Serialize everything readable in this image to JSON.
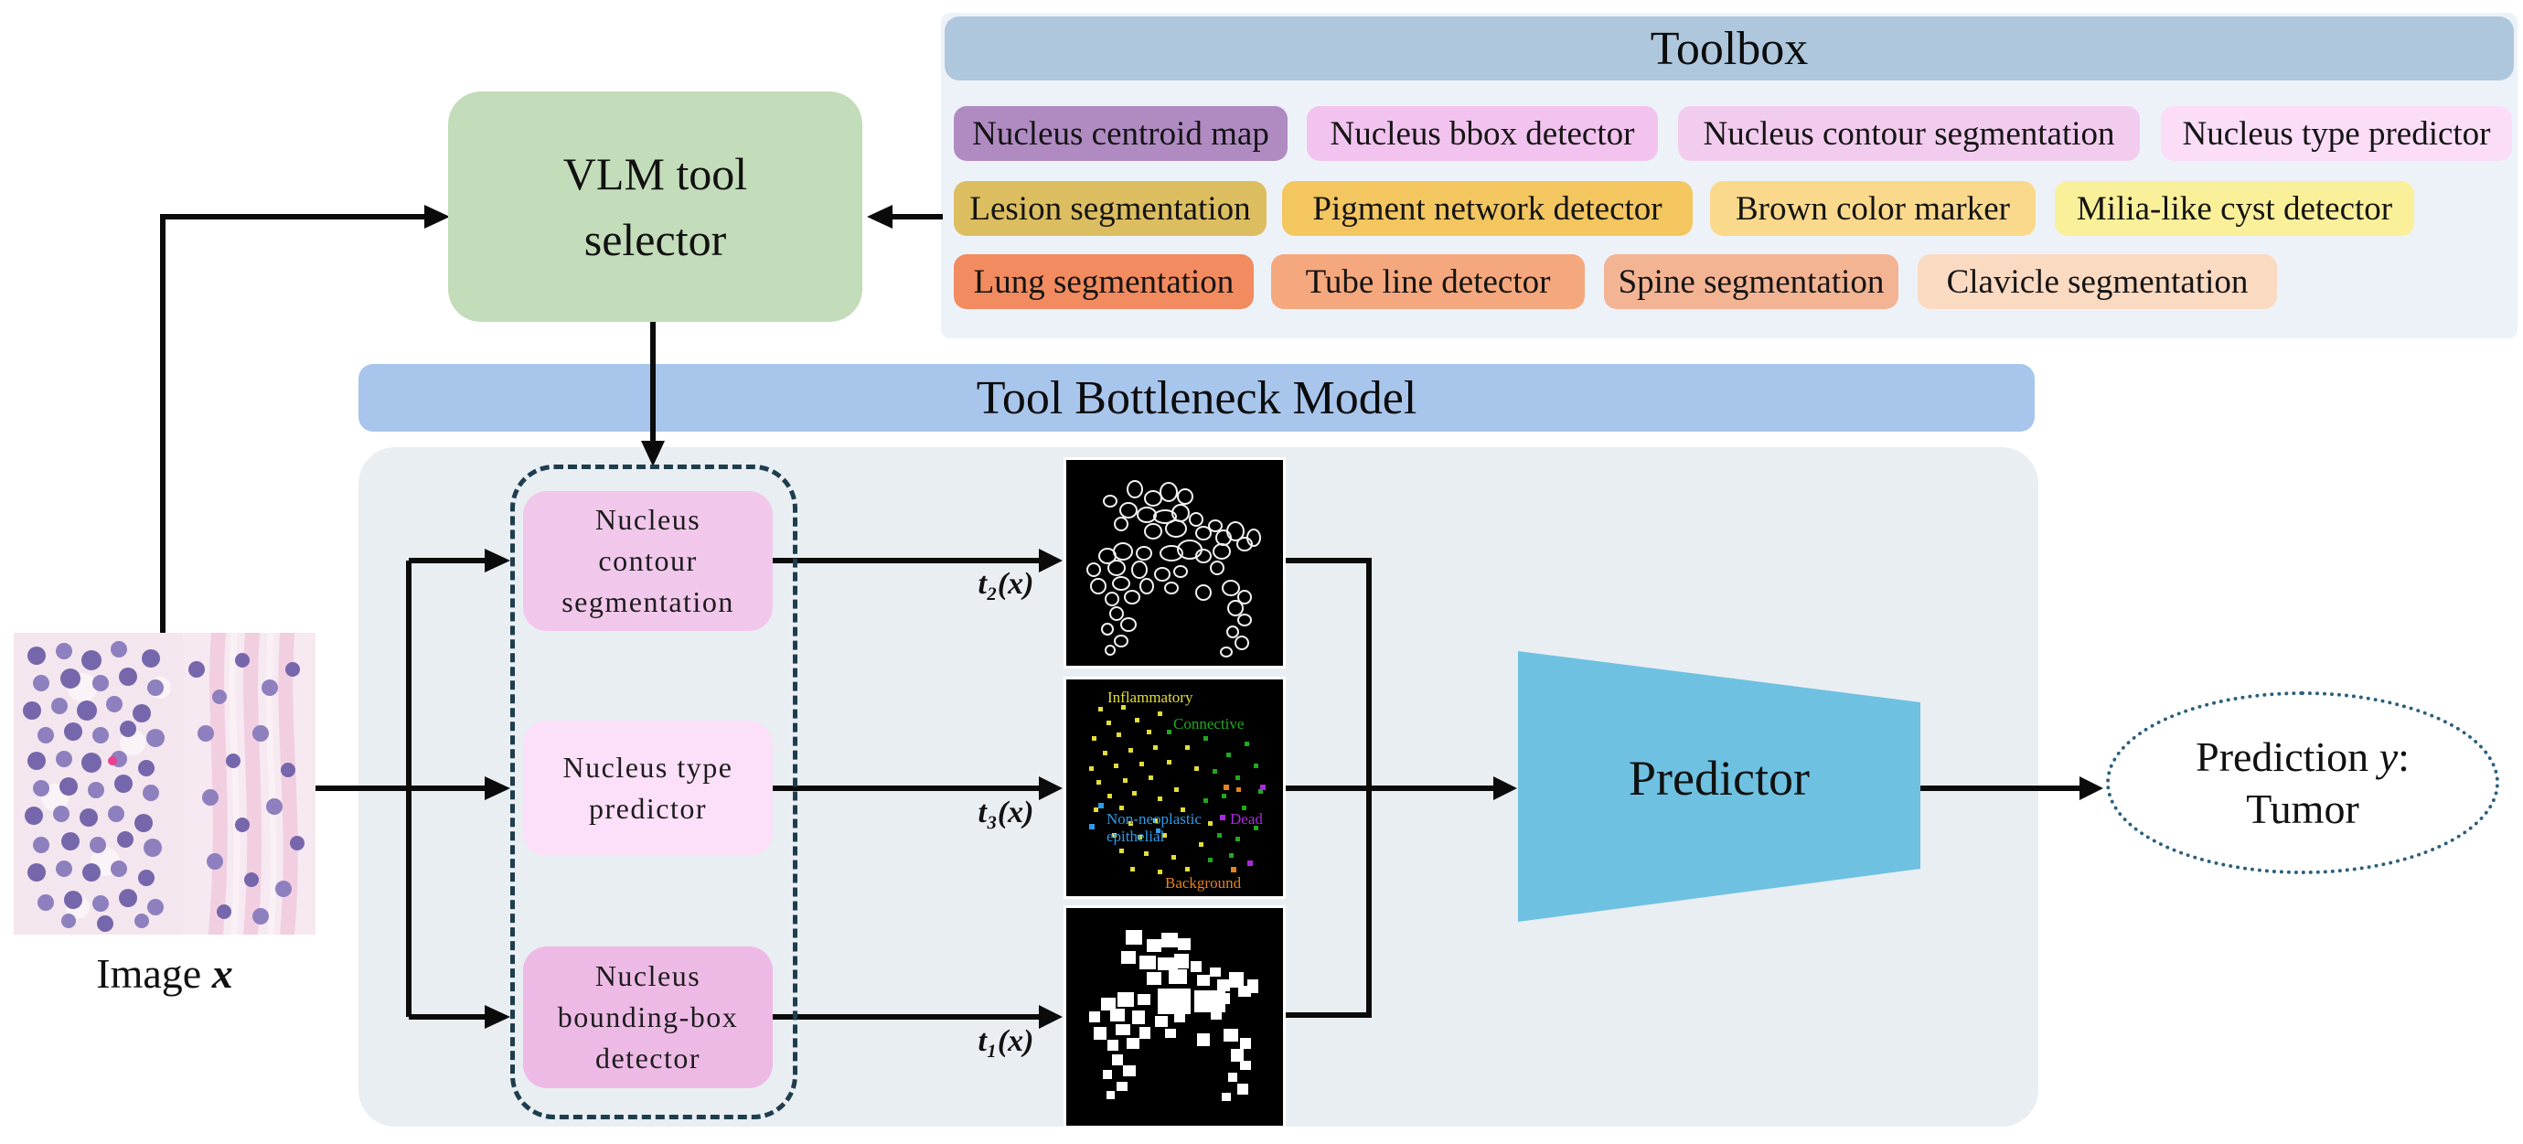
{
  "input": {
    "prefix": "Image ",
    "var": "x",
    "image_name": "histology-patch"
  },
  "vlm_selector": {
    "line1": "VLM tool",
    "line2": "selector",
    "color": "#C3DCBA"
  },
  "toolbox": {
    "title": "Toolbox",
    "panel_color": "#EDF2F9",
    "header_color": "#AEC7DD",
    "rows": [
      {
        "tools": [
          {
            "label": "Nucleus centroid map",
            "color": "#B08BC2"
          },
          {
            "label": "Nucleus bbox detector",
            "color": "#F2C3EE"
          },
          {
            "label": "Nucleus contour segmentation",
            "color": "#F2CCEE"
          },
          {
            "label": "Nucleus type predictor",
            "color": "#FBDDF8"
          }
        ]
      },
      {
        "tools": [
          {
            "label": "Lesion segmentation",
            "color": "#DCBE60"
          },
          {
            "label": "Pigment network detector",
            "color": "#F4C660"
          },
          {
            "label": "Brown color marker",
            "color": "#FAD98C"
          },
          {
            "label": "Milia-like cyst detector",
            "color": "#FAF09A"
          }
        ]
      },
      {
        "tools": [
          {
            "label": "Lung segmentation",
            "color": "#F28B5F"
          },
          {
            "label": "Tube line detector",
            "color": "#F5A87D"
          },
          {
            "label": "Spine segmentation",
            "color": "#F3B494"
          },
          {
            "label": "Clavicle segmentation",
            "color": "#FBDAC2"
          }
        ]
      }
    ]
  },
  "bottleneck": {
    "title": "Tool Bottleneck Model",
    "bar_color": "#A8C5EC",
    "body_color": "#E9EEF3",
    "tools": [
      {
        "line1": "Nucleus",
        "line2": "contour",
        "line3": "segmentation",
        "color": "#F1C7EB",
        "output_label": "t₂(x)",
        "output": "nucleus-contour-map"
      },
      {
        "line1": "Nucleus type",
        "line2": "predictor",
        "line3": "",
        "color": "#FCDFF8",
        "output_label": "t₃(x)",
        "output": "nucleus-type-map"
      },
      {
        "line1": "Nucleus",
        "line2": "bounding-box",
        "line3": "detector",
        "color": "#EDBAE5",
        "output_label": "t₁(x)",
        "output": "nucleus-bbox-map"
      }
    ]
  },
  "type_map_legend": {
    "inflammatory": {
      "label": "Inflammatory",
      "color": "#E3DE38"
    },
    "connective": {
      "label": "Connective",
      "color": "#21A821"
    },
    "non_neoplastic_1": {
      "label": "Non-neoplastic",
      "color": "#2E9BE8"
    },
    "non_neoplastic_2": {
      "label": "epithelial",
      "color": "#2E9BE8"
    },
    "dead": {
      "label": "Dead",
      "color": "#AC28E0"
    },
    "background": {
      "label": "Background",
      "color": "#E8821E"
    }
  },
  "predictor": {
    "label": "Predictor",
    "color": "#6FC1E1"
  },
  "prediction": {
    "prefix": "Prediction ",
    "var": "y",
    "colon": ":",
    "line2": "Tumor"
  }
}
